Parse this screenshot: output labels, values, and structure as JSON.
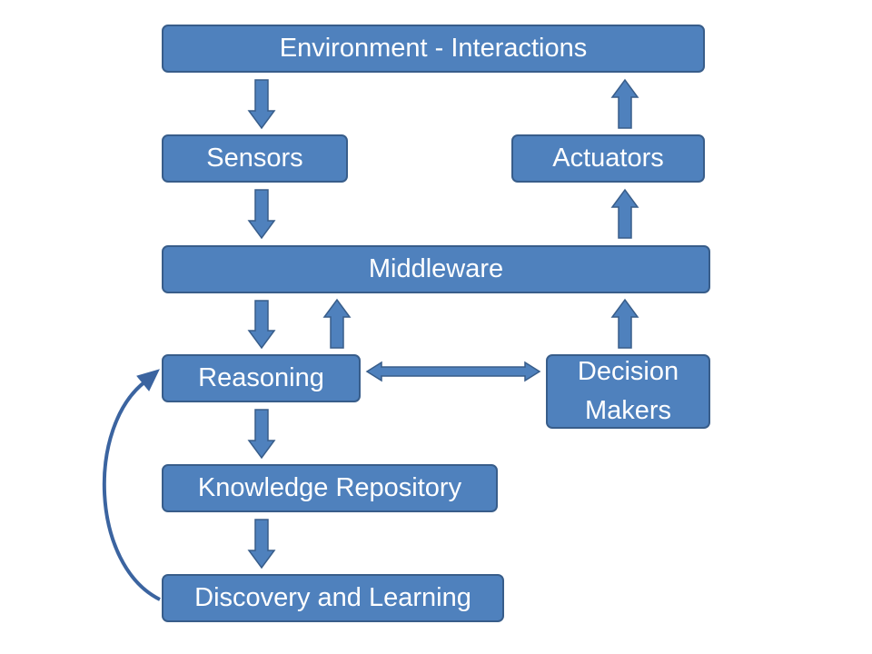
{
  "diagram": {
    "nodes": {
      "environment": "Environment - Interactions",
      "sensors": "Sensors",
      "actuators": "Actuators",
      "middleware": "Middleware",
      "reasoning": "Reasoning",
      "decision_makers": "Decision\nMakers",
      "knowledge_repository": "Knowledge Repository",
      "discovery_learning": "Discovery and Learning"
    },
    "edges": [
      {
        "from": "environment",
        "to": "sensors"
      },
      {
        "from": "sensors",
        "to": "middleware"
      },
      {
        "from": "middleware",
        "to": "reasoning"
      },
      {
        "from": "reasoning",
        "to": "middleware"
      },
      {
        "from": "reasoning",
        "to": "decision_makers",
        "bidirectional": true
      },
      {
        "from": "decision_makers",
        "to": "middleware"
      },
      {
        "from": "middleware",
        "to": "actuators"
      },
      {
        "from": "actuators",
        "to": "environment"
      },
      {
        "from": "reasoning",
        "to": "knowledge_repository"
      },
      {
        "from": "knowledge_repository",
        "to": "discovery_learning"
      },
      {
        "from": "discovery_learning",
        "to": "reasoning"
      }
    ],
    "colors": {
      "box_fill": "#4f81bd",
      "box_border": "#385d8a",
      "text": "#ffffff",
      "curve": "#3b64a0"
    }
  }
}
